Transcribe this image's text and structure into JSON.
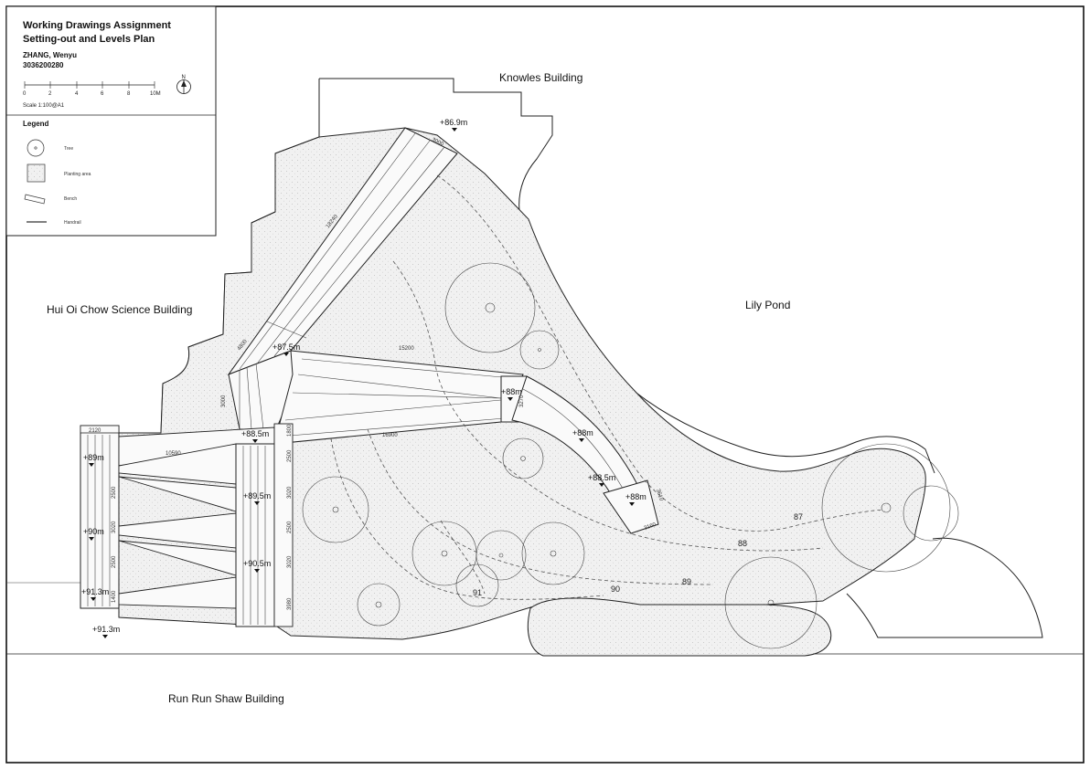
{
  "title_block": {
    "title_line1": "Working Drawings Assignment",
    "title_line2": "Setting-out and Levels Plan",
    "author": "ZHANG, Wenyu",
    "student_id": "3036200280",
    "scale_ticks": [
      "0",
      "2",
      "4",
      "6",
      "8",
      "10M"
    ],
    "scale_note": "Scale 1:100@A1",
    "north_label": "N"
  },
  "legend": {
    "heading": "Legend",
    "items": [
      {
        "label": "Tree",
        "icon": "tree-icon"
      },
      {
        "label": "Planting area",
        "icon": "planting-area-icon"
      },
      {
        "label": "Bench",
        "icon": "bench-icon"
      },
      {
        "label": "Handrail",
        "icon": "handrail-icon"
      }
    ]
  },
  "buildings": {
    "knowles": "Knowles Building",
    "hui_oi_chow": "Hui Oi Chow Science Building",
    "lily_pond": "Lily Pond",
    "run_run_shaw": "Run Run Shaw Building"
  },
  "levels": {
    "top": "+86.9m",
    "l875": "+87.5m",
    "l88_a": "+88m",
    "l88_b": "+88m",
    "l885_a": "+88.5m",
    "l885_b": "+88.5m",
    "l88_c": "+88m",
    "l89": "+89m",
    "l895": "+89.5m",
    "l90": "+90m",
    "l905": "+90.5m",
    "l913_a": "+91.3m",
    "l913_b": "+91.3m"
  },
  "dimensions": {
    "d3000_top": "3000",
    "d18240": "18240",
    "d4800": "4800",
    "d15200": "15200",
    "d3000_left": "3000",
    "d3270": "3270",
    "d2120": "2120",
    "d1800": "1800",
    "d16900": "16900",
    "d10590": "10590",
    "d2500_a": "2500",
    "d3020_a": "3020",
    "d2500_b": "2500",
    "d3020_b": "3020",
    "d3980": "3980",
    "d2500_c": "2500",
    "d3020_c": "3020",
    "d2500_d": "2500",
    "d1400": "1400",
    "d3610": "3610",
    "d3160": "3160"
  },
  "contours": {
    "c87": "87",
    "c88": "88",
    "c89": "89",
    "c90": "90",
    "c91": "91"
  }
}
